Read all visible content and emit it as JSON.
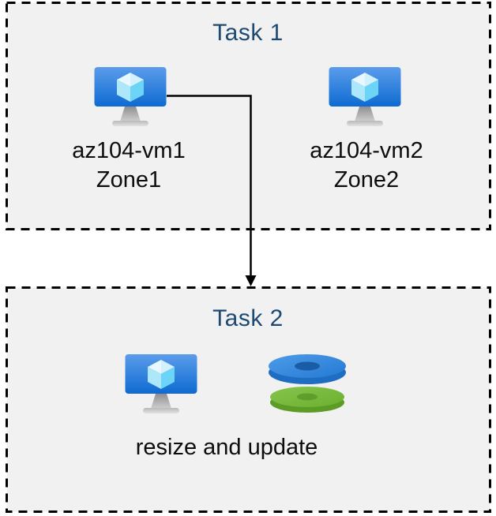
{
  "task1": {
    "title": "Task 1",
    "vms": [
      {
        "name": "az104-vm1",
        "zone": "Zone1",
        "icon": "virtual-machine-icon"
      },
      {
        "name": "az104-vm2",
        "zone": "Zone2",
        "icon": "virtual-machine-icon"
      }
    ]
  },
  "task2": {
    "title": "Task 2",
    "caption": "resize and update",
    "icons": [
      "virtual-machine-icon",
      "managed-disks-icon"
    ]
  },
  "connector": {
    "style": "elbow-arrow",
    "from": "az104-vm1",
    "to": "Task 2"
  },
  "colors": {
    "title_text": "#1d4a73",
    "label_text": "#0d0d0d",
    "box_fill": "#f1f1f1",
    "box_border": "#000000",
    "arrow": "#000000",
    "vm_screen_top": "#5b9ceb",
    "vm_screen_bottom": "#0e6bd1",
    "cube_top": "#e8f8fe",
    "cube_left": "#ade7fa",
    "cube_right": "#6cd5f7",
    "disk_blue_top": "#3488dd",
    "disk_blue_rim": "#1e6dc2",
    "disk_blue_hole": "#1b5ca6",
    "disk_green_top": "#76b93a",
    "disk_green_rim": "#5c9b26",
    "disk_green_hole": "#5f9e2a"
  }
}
